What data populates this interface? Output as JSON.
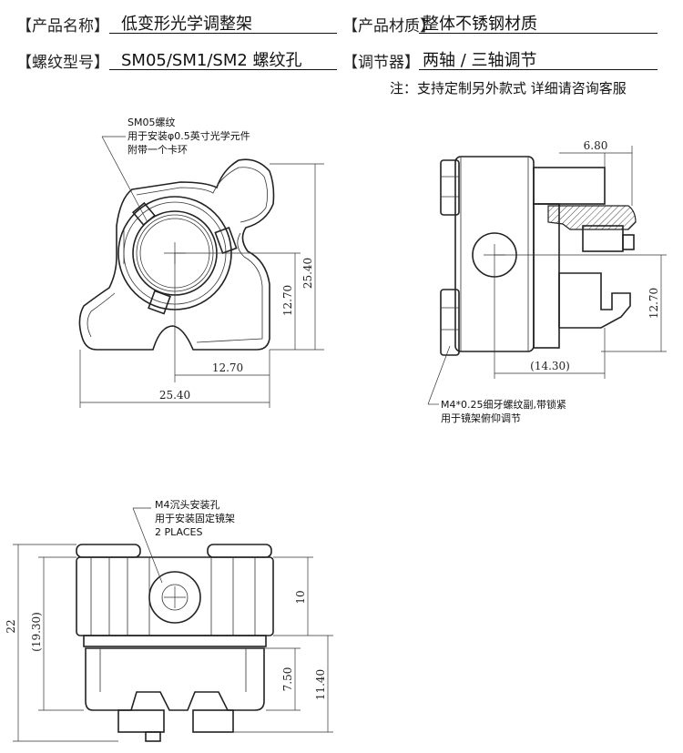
{
  "header": {
    "name_label": "【产品名称】",
    "name_value": "低变形光学调整架",
    "material_label": "【产品材质】",
    "material_value": "整体不锈钢材质",
    "thread_label": "【螺纹型号】",
    "thread_value": "SM05/SM1/SM2 螺纹孔",
    "adjuster_label": "【调节器】",
    "adjuster_value": "两轴 / 三轴调节"
  },
  "note": "注：支持定制另外款式 详细请咨询客服",
  "front_view": {
    "callout": [
      "SM05螺纹",
      "用于安装φ0.5英寸光学元件",
      "附带一个卡环"
    ],
    "dim_height": "25.40",
    "dim_center_v": "12.70",
    "dim_center_h": "12.70",
    "dim_width": "25.40"
  },
  "side_view": {
    "dim_top": "6.80",
    "dim_right": "12.70",
    "dim_bottom": "(14.30)",
    "callout": [
      "M4*0.25细牙螺纹副,带锁紧",
      "用于镜架俯仰调节"
    ]
  },
  "bottom_view": {
    "callout": [
      "M4沉头安装孔",
      "用于安装固定镜架",
      "2 PLACES"
    ],
    "dim_total": "22",
    "dim_ref": "(19.30)",
    "dim_upper": "10",
    "dim_lower_a": "7.50",
    "dim_lower_b": "11.40"
  }
}
